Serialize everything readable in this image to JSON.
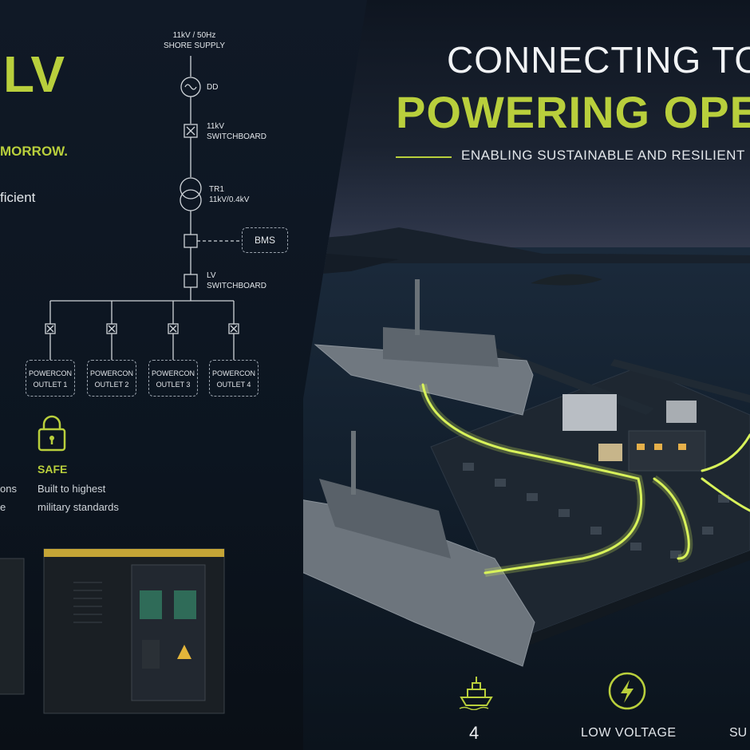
{
  "left_panel": {
    "headline_fragment": "LV",
    "tagline_fragment": "MORROW.",
    "body_fragment": "ficient",
    "safe_title": "SAFE",
    "safe_line1": "Built to highest",
    "safe_line2": "military standards",
    "cut_text1": "ons",
    "cut_text2": "e"
  },
  "diagram": {
    "supply_line1": "11kV / 50Hz",
    "supply_line2": "SHORE SUPPLY",
    "dd": "DD",
    "switchboard_11kv_line1": "11kV",
    "switchboard_11kv_line2": "SWITCHBOARD",
    "tr_line1": "TR1",
    "tr_line2": "11kV/0.4kV",
    "bms": "BMS",
    "lv_switch_line1": "LV",
    "lv_switch_line2": "SWITCHBOARD",
    "outlets": [
      {
        "line1": "POWERCON",
        "line2": "OUTLET 1"
      },
      {
        "line1": "POWERCON",
        "line2": "OUTLET 2"
      },
      {
        "line1": "POWERCON",
        "line2": "OUTLET 3"
      },
      {
        "line1": "POWERCON",
        "line2": "OUTLET 4"
      }
    ]
  },
  "hero": {
    "title_line1": "CONNECTING TO",
    "title_line2": "POWERING OPE",
    "subtitle": "ENABLING SUSTAINABLE AND RESILIENT"
  },
  "features": {
    "ship_count": "4",
    "low_voltage": "LOW VOLTAGE",
    "third_fragment": "SU"
  },
  "colors": {
    "accent": "#b9cf3c",
    "background": "#0b1119",
    "glow": "#d8f25a"
  },
  "icons": [
    "lock-icon",
    "ship-icon",
    "lightning-icon",
    "ac-source-icon",
    "transformer-icon",
    "breaker-icon"
  ]
}
